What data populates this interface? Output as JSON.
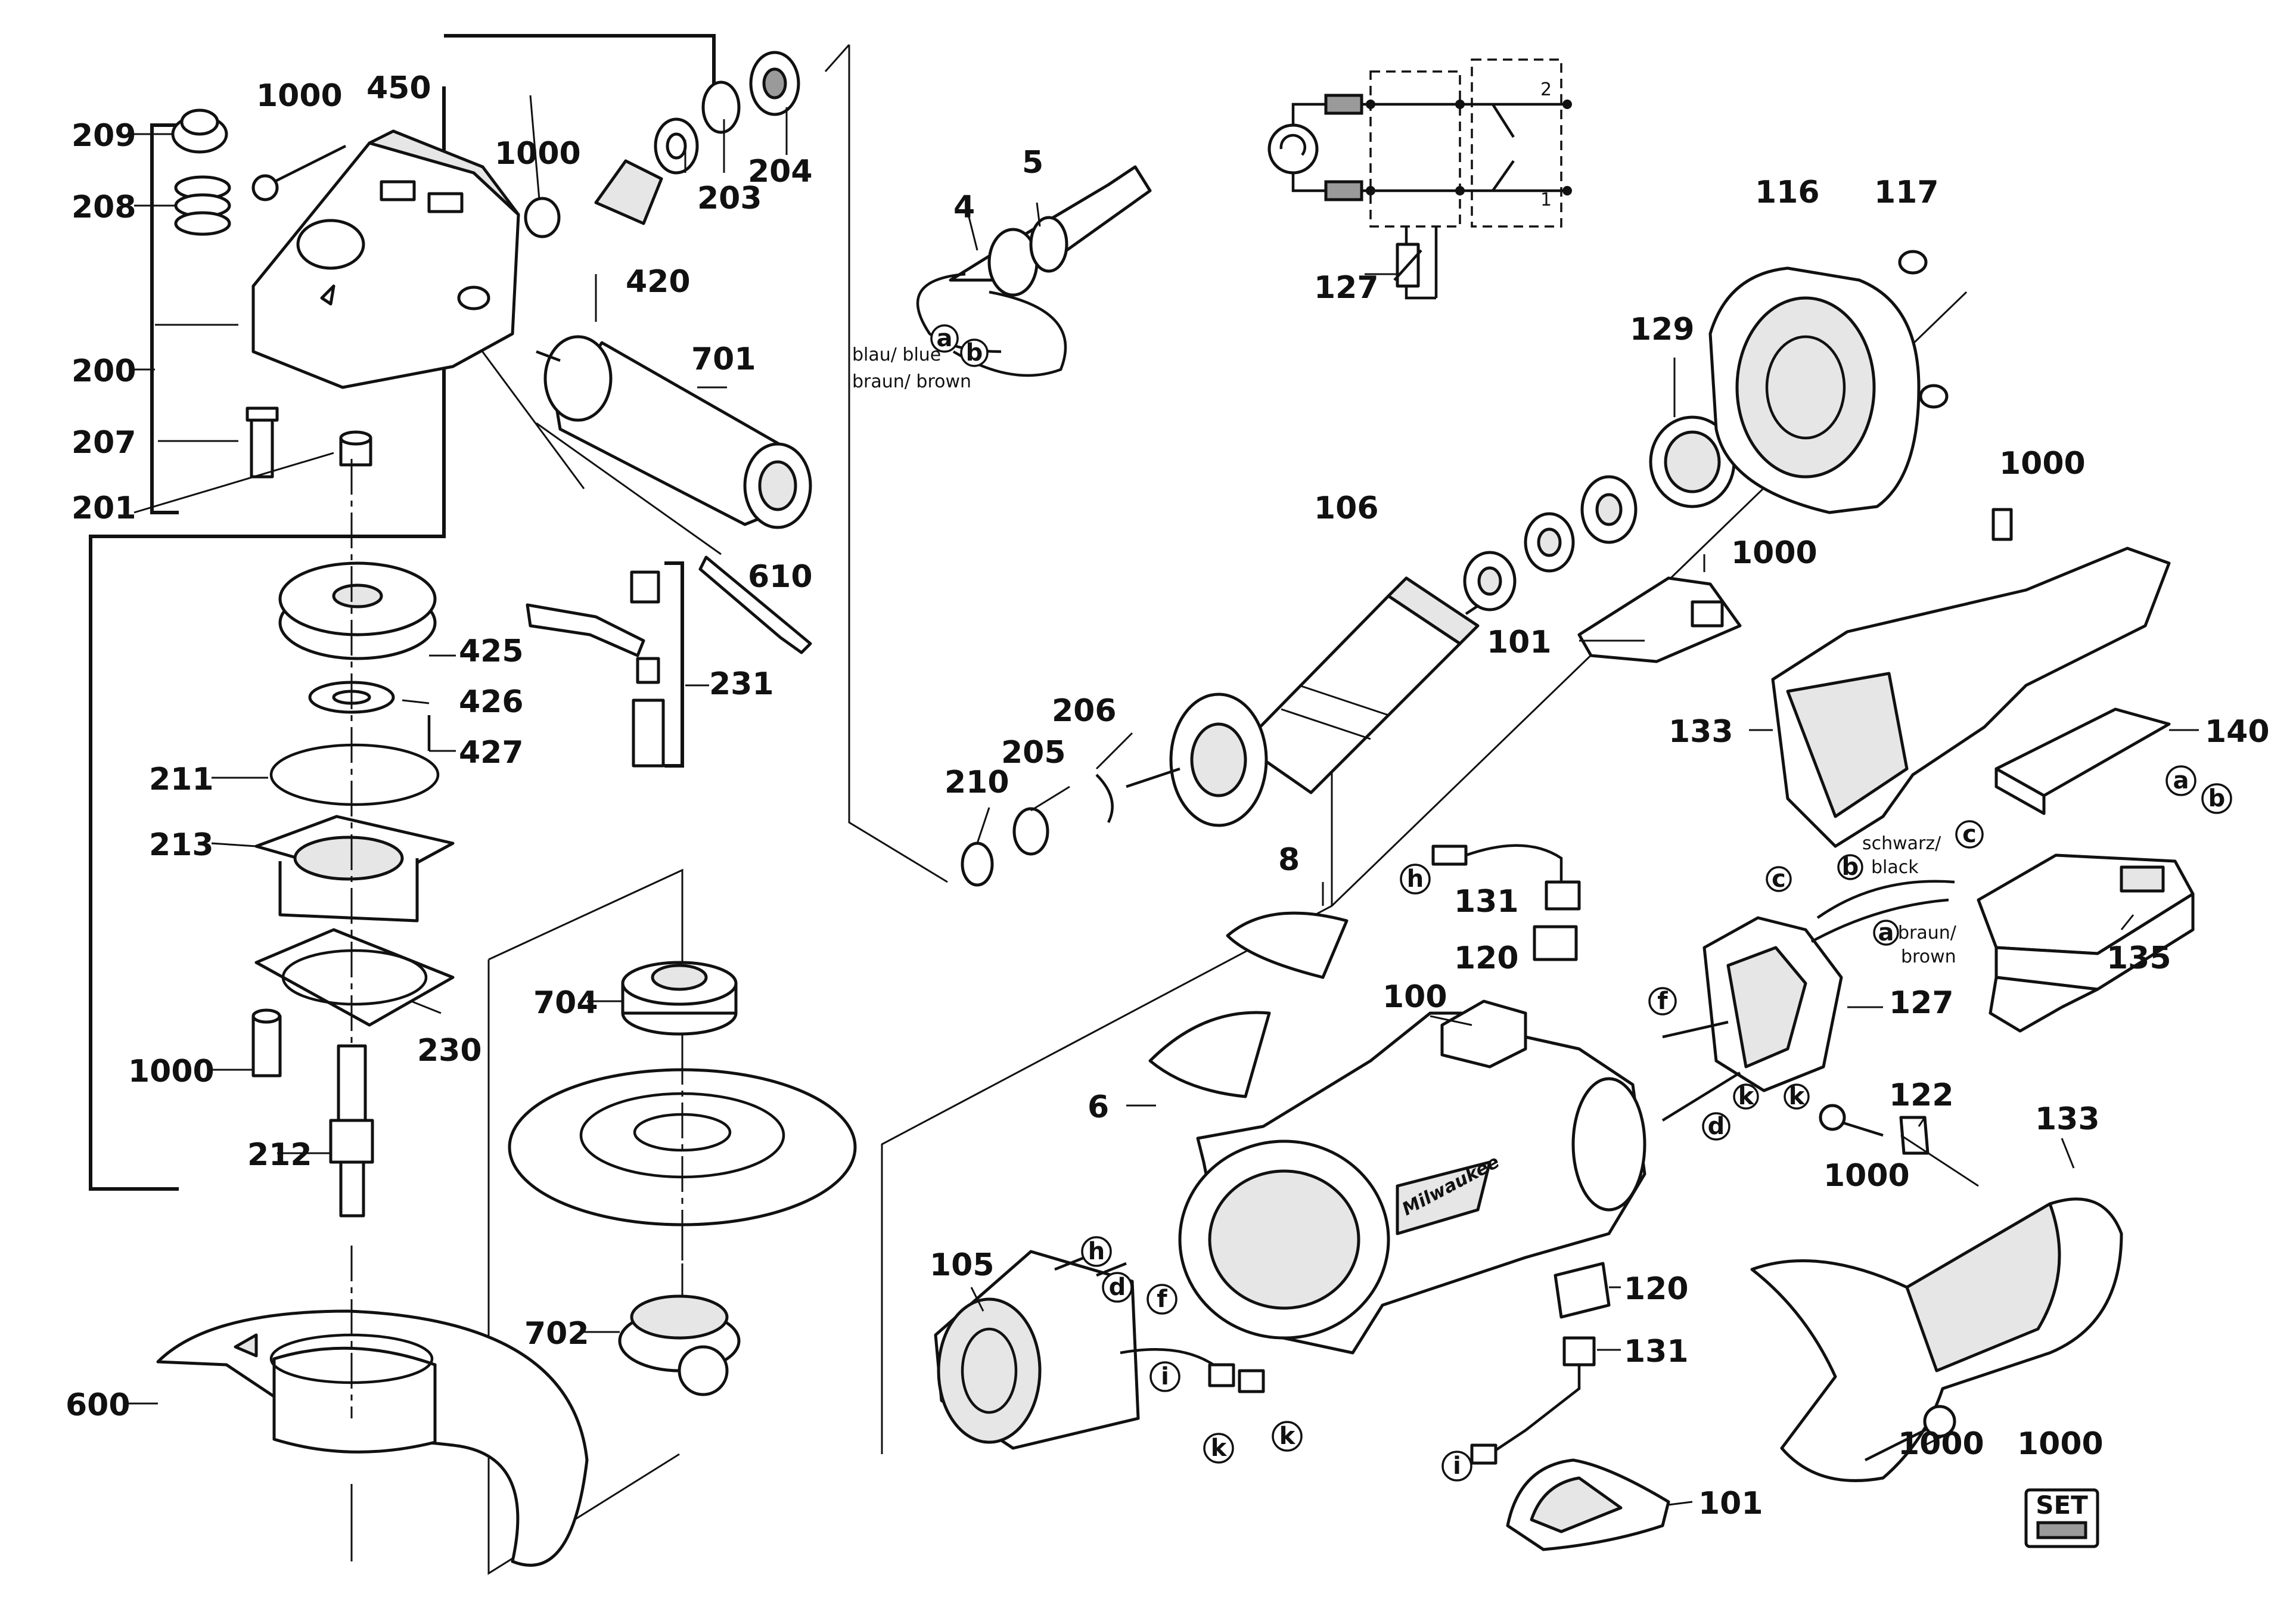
{
  "labels": {
    "p209": "209",
    "p1000_top": "1000",
    "p450": "450",
    "p208": "208",
    "p1000_pinion": "1000",
    "p203": "203",
    "p204": "204",
    "p420": "420",
    "p200": "200",
    "p701": "701",
    "p207": "207",
    "p201": "201",
    "p610": "610",
    "p425": "425",
    "p426": "426",
    "p427": "427",
    "p231": "231",
    "p211": "211",
    "p213": "213",
    "p230": "230",
    "p1000_screw": "1000",
    "p212": "212",
    "p600": "600",
    "p704": "704",
    "p702": "702",
    "p4": "4",
    "p5": "5",
    "p127_circuit": "127",
    "p116": "116",
    "p117": "117",
    "p129": "129",
    "p106": "106",
    "p1000_hsg": "1000",
    "p101_top": "101",
    "p133_top": "133",
    "p1000_handle": "1000",
    "p140": "140",
    "p206": "206",
    "p205": "205",
    "p210": "210",
    "p8": "8",
    "p131_top": "131",
    "p120_top": "120",
    "p100": "100",
    "p6": "6",
    "p127_switch": "127",
    "p135": "135",
    "p105": "105",
    "p122": "122",
    "p1000_clamp": "1000",
    "p133_bottom": "133",
    "p120_bottom": "120",
    "p131_bottom": "131",
    "p101_bottom": "101",
    "p1000_bottom": "1000",
    "p1000_set": "1000"
  },
  "wire_labels": {
    "blue": "blau/ blue",
    "brown": "braun/ brown",
    "black_de": "schwarz/",
    "black_en": "black",
    "brown_de": "braun/",
    "brown_en": "brown"
  },
  "circuit_labels": {
    "contact_1": "1",
    "contact_2": "2"
  },
  "letters": {
    "a_cable": "a",
    "b_cable": "b",
    "a_module": "a",
    "b_module": "b",
    "c_module": "c",
    "c_switch": "c",
    "b_switch": "b",
    "a_switch": "a",
    "f_switch": "f",
    "d_switch": "d",
    "k_switch1": "k",
    "k_switch2": "k",
    "h_top": "h",
    "h_field": "h",
    "d_field": "d",
    "f_field": "f",
    "i_field": "i",
    "k_field1": "k",
    "k_field2": "k",
    "i_bottom": "i"
  },
  "brand": "Milwaukee",
  "set_badge": "SET"
}
